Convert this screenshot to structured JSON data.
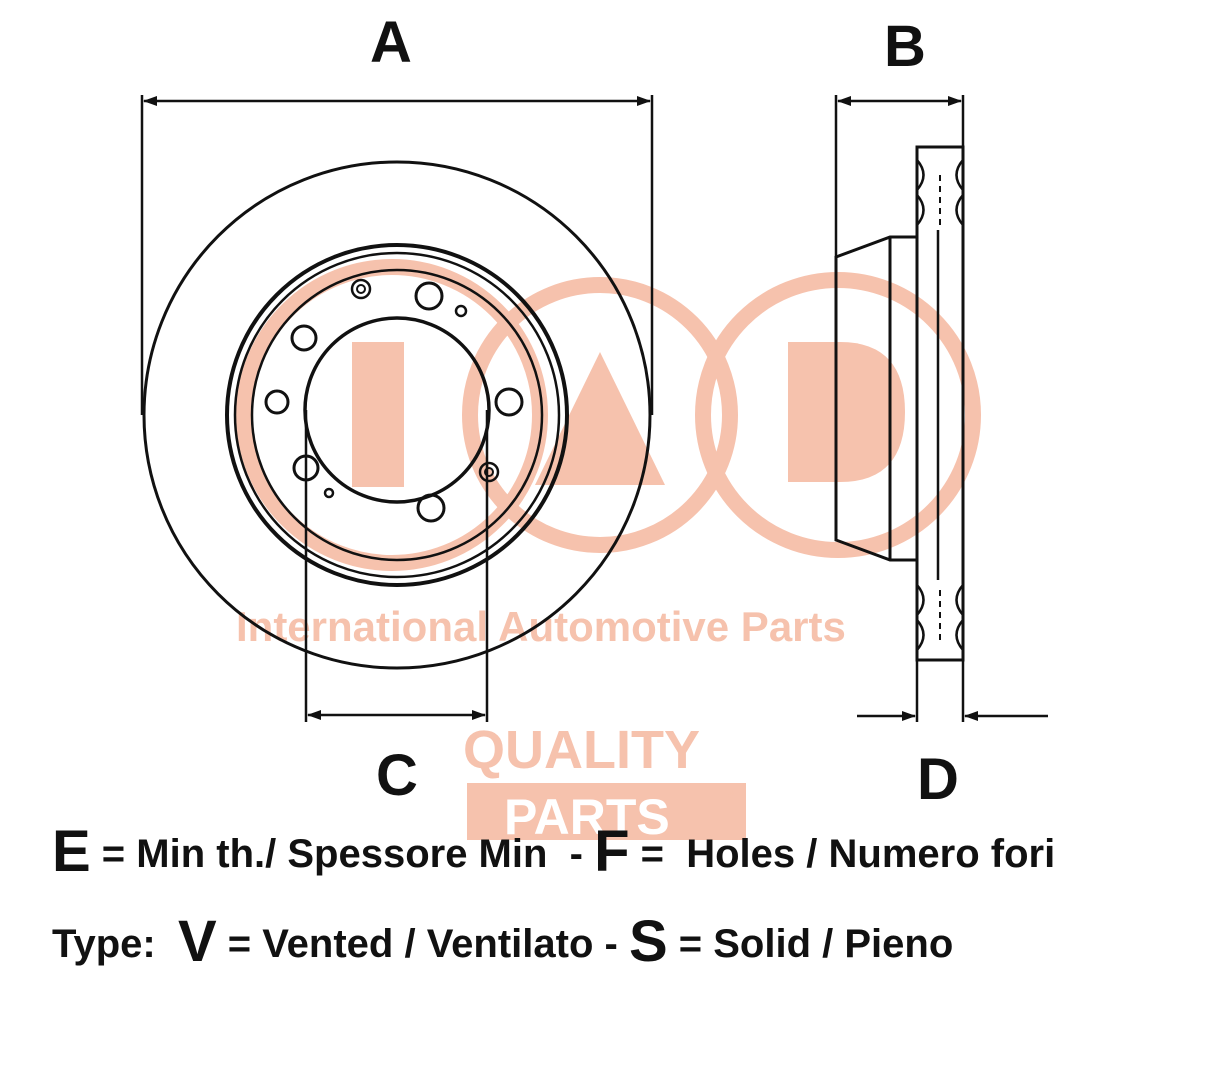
{
  "dimensions": {
    "a_label": "A",
    "b_label": "B",
    "c_label": "C",
    "d_label": "D"
  },
  "watermark": {
    "brand_tagline": "International Automotive Parts",
    "quality_label": "QUALITY",
    "parts_label": "PARTS",
    "registered_mark": "®",
    "color": "#f6c2ad"
  },
  "legend": {
    "line1": {
      "e_symbol": "E",
      "e_text": " = Min th./ Spessore Min  - ",
      "f_symbol": "F",
      "f_text": " =  Holes / Numero fori"
    },
    "line2": {
      "type_label": "Type:  ",
      "v_symbol": "V",
      "v_text": " = Vented / Ventilato - ",
      "s_symbol": "S",
      "s_text": " = Solid / Pieno"
    }
  },
  "colors": {
    "line": "#111111",
    "watermark": "#f6c2ad"
  }
}
